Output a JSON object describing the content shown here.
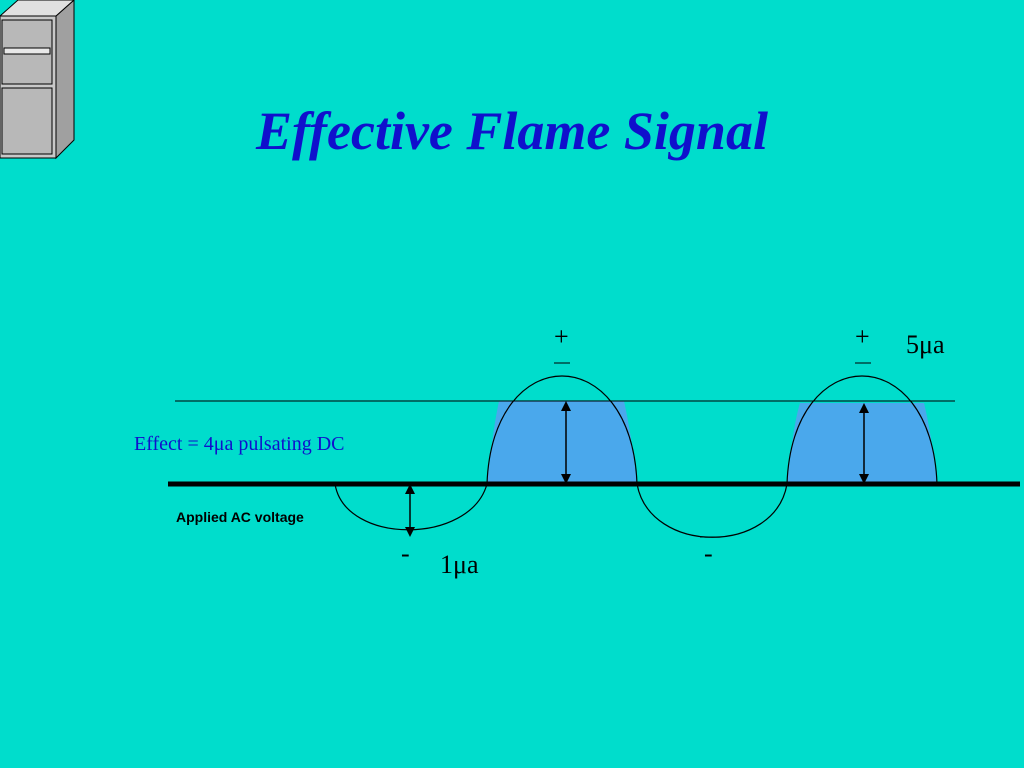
{
  "title": "Effective Flame Signal",
  "labels": {
    "effect": "Effect = 4μa pulsating DC",
    "applied_ac": "Applied AC voltage",
    "peak_current": "5μa",
    "reverse_current": "1μa",
    "plus_1": "+",
    "plus_2": "+",
    "minus_1": "-",
    "minus_2": "-"
  },
  "colors": {
    "background": "#00DDCC",
    "title": "#1010CC",
    "fill": "#4AA8EC",
    "line": "#000000",
    "label_blue": "#1010CC"
  },
  "icons": {
    "cabinet": "filing-cabinet-icon"
  }
}
